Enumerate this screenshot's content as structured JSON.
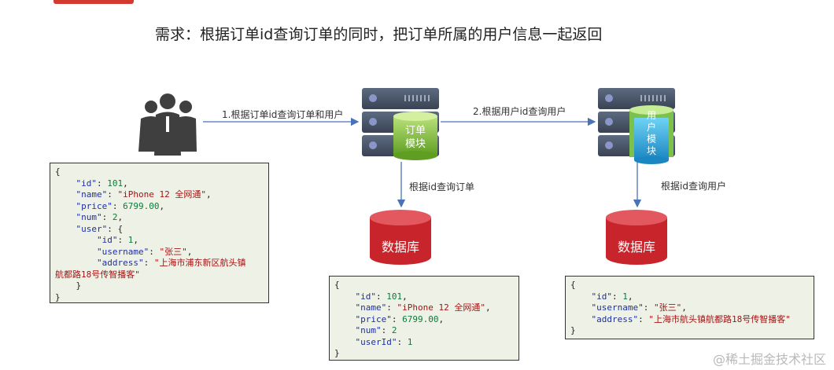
{
  "title": "需求：根据订单id查询订单的同时，把订单所属的用户信息一起返回",
  "arrows": {
    "a1": "1.根据订单id查询订单和用户",
    "a2": "2.根据用户id查询用户",
    "down_order": "根据id查询订单",
    "down_user": "根据id查询用户"
  },
  "modules": {
    "order": [
      "订单",
      "模块"
    ],
    "user": [
      "用",
      "户",
      "模",
      "块"
    ]
  },
  "databases": {
    "order": "数据库",
    "user": "数据库"
  },
  "json_full": [
    [
      {
        "t": "{",
        "c": ""
      }
    ],
    [
      {
        "t": "    ",
        "c": ""
      },
      {
        "t": "\"id\"",
        "c": "k"
      },
      {
        "t": ": ",
        "c": ""
      },
      {
        "t": "101",
        "c": "n"
      },
      {
        "t": ",",
        "c": ""
      }
    ],
    [
      {
        "t": "    ",
        "c": ""
      },
      {
        "t": "\"name\"",
        "c": "k"
      },
      {
        "t": ": ",
        "c": ""
      },
      {
        "t": "\"iPhone 12 全网通\"",
        "c": "s"
      },
      {
        "t": ",",
        "c": ""
      }
    ],
    [
      {
        "t": "    ",
        "c": ""
      },
      {
        "t": "\"price\"",
        "c": "k"
      },
      {
        "t": ": ",
        "c": ""
      },
      {
        "t": "6799.00",
        "c": "n"
      },
      {
        "t": ",",
        "c": ""
      }
    ],
    [
      {
        "t": "    ",
        "c": ""
      },
      {
        "t": "\"num\"",
        "c": "k"
      },
      {
        "t": ": ",
        "c": ""
      },
      {
        "t": "2",
        "c": "n"
      },
      {
        "t": ",",
        "c": ""
      }
    ],
    [
      {
        "t": "    ",
        "c": ""
      },
      {
        "t": "\"user\"",
        "c": "k"
      },
      {
        "t": ": {",
        "c": ""
      }
    ],
    [
      {
        "t": "        ",
        "c": ""
      },
      {
        "t": "\"id\"",
        "c": "k"
      },
      {
        "t": ": ",
        "c": ""
      },
      {
        "t": "1",
        "c": "n"
      },
      {
        "t": ",",
        "c": ""
      }
    ],
    [
      {
        "t": "        ",
        "c": ""
      },
      {
        "t": "\"username\"",
        "c": "k"
      },
      {
        "t": ": ",
        "c": ""
      },
      {
        "t": "\"张三\"",
        "c": "s"
      },
      {
        "t": ",",
        "c": ""
      }
    ],
    [
      {
        "t": "        ",
        "c": ""
      },
      {
        "t": "\"address\"",
        "c": "k"
      },
      {
        "t": ": ",
        "c": ""
      },
      {
        "t": "\"上海市浦东新区航头镇",
        "c": "s"
      }
    ],
    [
      {
        "t": "航都路18号传智播客\"",
        "c": "s"
      }
    ],
    [
      {
        "t": "    }",
        "c": ""
      }
    ],
    [
      {
        "t": "}",
        "c": ""
      }
    ]
  ],
  "json_order": [
    [
      {
        "t": "{",
        "c": ""
      }
    ],
    [
      {
        "t": "    ",
        "c": ""
      },
      {
        "t": "\"id\"",
        "c": "k"
      },
      {
        "t": ": ",
        "c": ""
      },
      {
        "t": "101",
        "c": "n"
      },
      {
        "t": ",",
        "c": ""
      }
    ],
    [
      {
        "t": "    ",
        "c": ""
      },
      {
        "t": "\"name\"",
        "c": "k"
      },
      {
        "t": ": ",
        "c": ""
      },
      {
        "t": "\"iPhone 12 全网通\"",
        "c": "s"
      },
      {
        "t": ",",
        "c": ""
      }
    ],
    [
      {
        "t": "    ",
        "c": ""
      },
      {
        "t": "\"price\"",
        "c": "k"
      },
      {
        "t": ": ",
        "c": ""
      },
      {
        "t": "6799.00",
        "c": "n"
      },
      {
        "t": ",",
        "c": ""
      }
    ],
    [
      {
        "t": "    ",
        "c": ""
      },
      {
        "t": "\"num\"",
        "c": "k"
      },
      {
        "t": ": ",
        "c": ""
      },
      {
        "t": "2",
        "c": "n"
      }
    ],
    [
      {
        "t": "    ",
        "c": ""
      },
      {
        "t": "\"userId\"",
        "c": "k"
      },
      {
        "t": ": ",
        "c": ""
      },
      {
        "t": "1",
        "c": "n"
      }
    ],
    [
      {
        "t": "}",
        "c": ""
      }
    ]
  ],
  "json_user": [
    [
      {
        "t": "{",
        "c": ""
      }
    ],
    [
      {
        "t": "    ",
        "c": ""
      },
      {
        "t": "\"id\"",
        "c": "k"
      },
      {
        "t": ": ",
        "c": ""
      },
      {
        "t": "1",
        "c": "n"
      },
      {
        "t": ",",
        "c": ""
      }
    ],
    [
      {
        "t": "    ",
        "c": ""
      },
      {
        "t": "\"username\"",
        "c": "k"
      },
      {
        "t": ": ",
        "c": ""
      },
      {
        "t": "\"张三\"",
        "c": "s"
      },
      {
        "t": ",",
        "c": ""
      }
    ],
    [
      {
        "t": "    ",
        "c": ""
      },
      {
        "t": "\"address\"",
        "c": "k"
      },
      {
        "t": ": ",
        "c": ""
      },
      {
        "t": "\"上海市航头镇航都路18号传智播客\"",
        "c": "s"
      }
    ],
    [
      {
        "t": "}",
        "c": ""
      }
    ]
  ],
  "icons": {
    "users": "users-group-icon",
    "server": "server-rack-icon",
    "database": "database-cylinder-icon"
  },
  "colors": {
    "arrow": "#4a72b8",
    "db": "#c8242b",
    "order_module": "#8dc63f",
    "user_module": "#2aa8d8",
    "server": "#4a5568"
  },
  "watermark": "@稀土掘金技术社区"
}
